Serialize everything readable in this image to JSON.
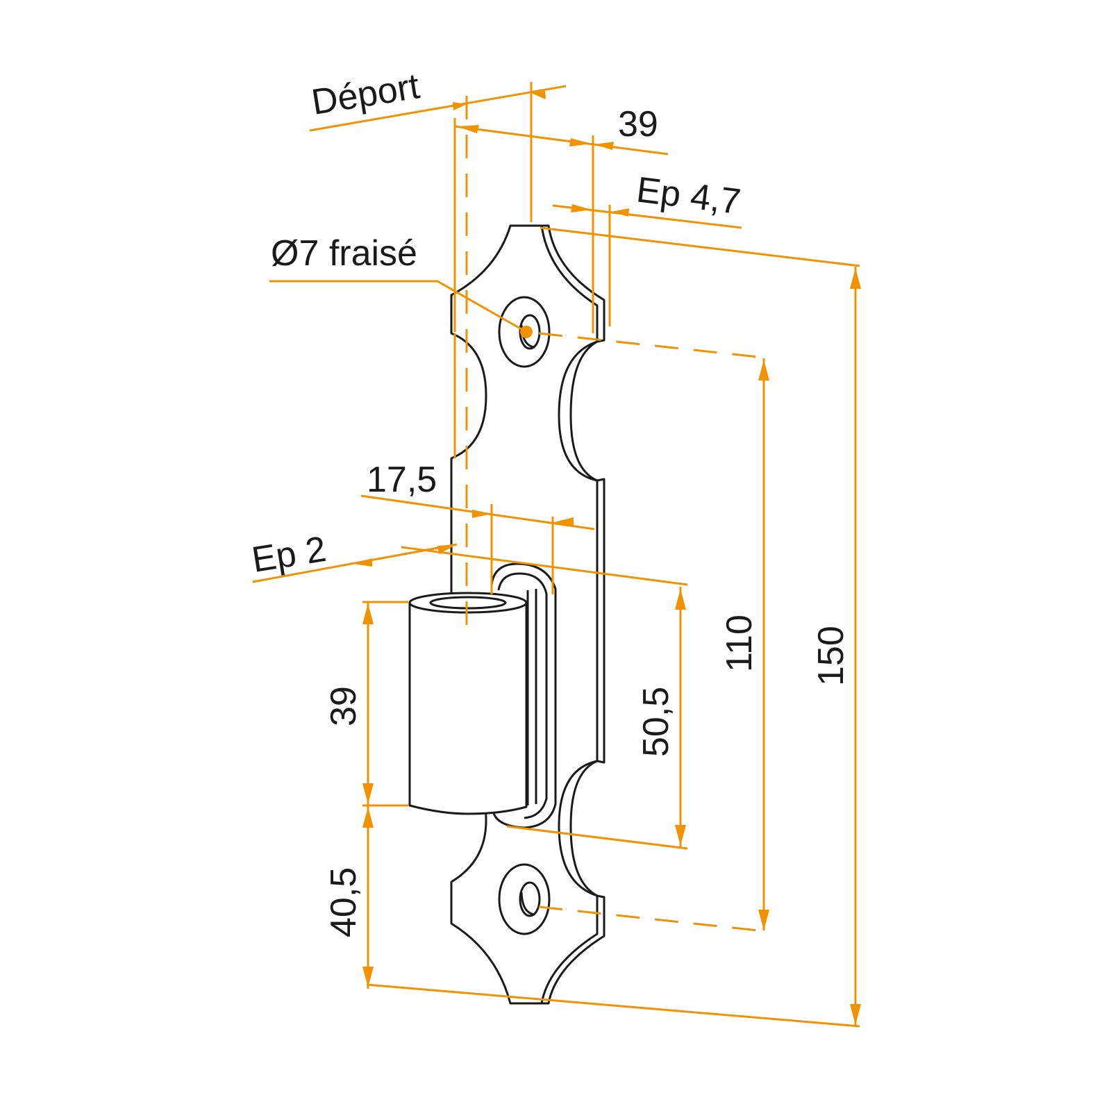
{
  "drawing": {
    "colors": {
      "dimension": "#f39200",
      "outline": "#1a1a1a",
      "background": "#ffffff"
    },
    "labels": {
      "deport": "Déport",
      "width_39": "39",
      "ep_4_7": "Ep 4,7",
      "hole": "Ø7 fraisé",
      "offset_17_5": "17,5",
      "ep_2": "Ep 2",
      "knuckle_39": "39",
      "dim_50_5": "50,5",
      "dim_110": "110",
      "dim_150": "150",
      "dim_40_5": "40,5"
    }
  }
}
